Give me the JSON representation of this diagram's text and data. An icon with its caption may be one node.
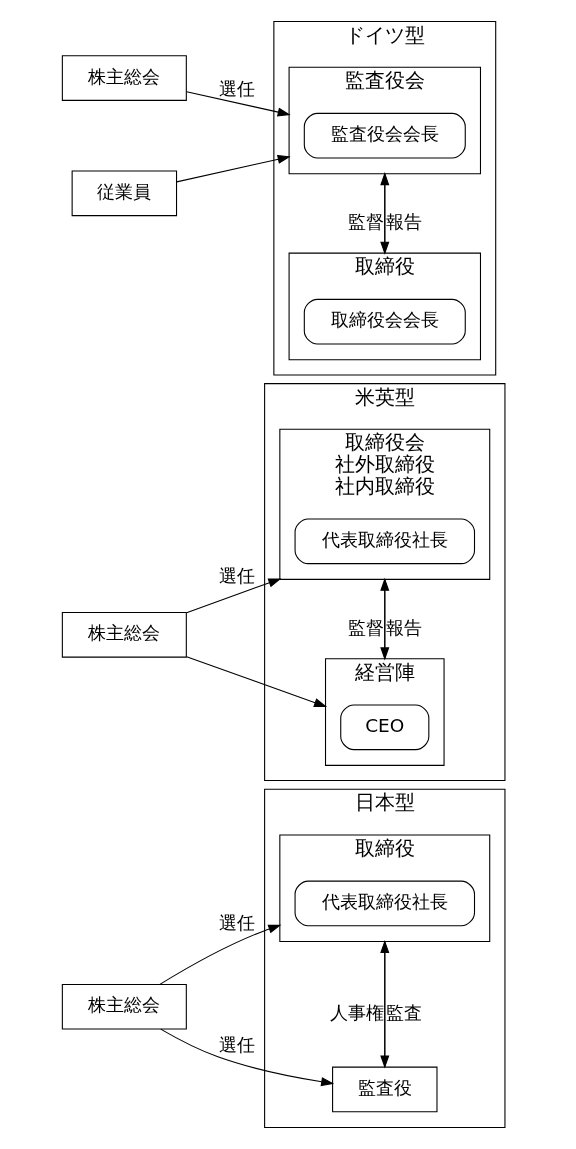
{
  "diagram": {
    "nodes": [
      {
        "text": [
          "日本型"
        ]
      },
      {
        "text": [
          "取締役"
        ],
        "in": 0
      },
      {
        "text": [
          "代表取締役社長"
        ],
        "in": 1
      },
      {
        "text": [
          "監査役"
        ],
        "in": 0
      },
      {
        "text": [
          "株主総会"
        ]
      },
      {
        "text": [
          "米英型"
        ]
      },
      {
        "text": [
          "取締役会",
          "社外取締役",
          "社内取締役"
        ],
        "in": 5
      },
      {
        "text": [
          "代表取締役社長"
        ],
        "in": 6
      },
      {
        "text": [
          "経営陣"
        ],
        "in": 5
      },
      {
        "text": [
          "CEO"
        ],
        "in": 8
      },
      {
        "text": [
          "株主総会"
        ]
      },
      {
        "text": [
          "ドイツ型"
        ]
      },
      {
        "text": [
          "監査役会"
        ],
        "in": 11
      },
      {
        "text": [
          "監査役会会長"
        ],
        "in": 12
      },
      {
        "text": [
          "取締役"
        ],
        "in": 11
      },
      {
        "text": [
          "取締役会会長"
        ],
        "in": 14
      },
      {
        "text": [
          "株主総会"
        ]
      },
      {
        "text": [
          "従業員"
        ]
      }
    ],
    "edges": [
      {
        "from": 4,
        "to": 1,
        "arrow": "to",
        "label": "選任"
      },
      {
        "from": 4,
        "to": 3,
        "arrow": "to",
        "label": "選任"
      },
      {
        "from": 1,
        "to": 3,
        "arrow": "to",
        "label": "人事権"
      },
      {
        "from": 3,
        "to": 1,
        "arrow": "to",
        "label": "監査"
      },
      {
        "from": 10,
        "to": 6,
        "arrow": "to",
        "label": "選任"
      },
      {
        "from": 10,
        "to": 8,
        "arrow": "to"
      },
      {
        "from": 6,
        "to": 8,
        "arrow": "to",
        "label": "監督"
      },
      {
        "from": 8,
        "to": 6,
        "arrow": "to",
        "label": "報告"
      },
      {
        "from": 16,
        "to": 12,
        "arrow": "to",
        "label": "選任"
      },
      {
        "from": 17,
        "to": 12,
        "arrow": "to"
      },
      {
        "from": 12,
        "to": 14,
        "arrow": "to",
        "label": "監督"
      },
      {
        "from": 14,
        "to": 12,
        "arrow": "to",
        "label": "報告"
      }
    ]
  }
}
